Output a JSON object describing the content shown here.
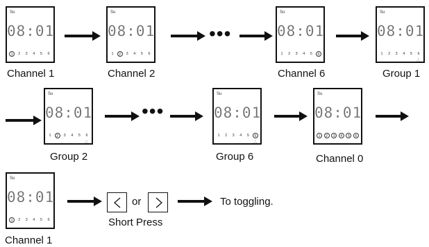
{
  "panels": [
    {
      "id": "channel-1-top",
      "day": "Su",
      "time": "08:01",
      "channels": [
        "1",
        "2",
        "3",
        "4",
        "5",
        "6"
      ],
      "active": [
        0
      ],
      "group_icon": "",
      "label": "Channel 1"
    },
    {
      "id": "channel-2",
      "day": "Su",
      "time": "08:01",
      "channels": [
        "1",
        "2",
        "3",
        "4",
        "5",
        "6"
      ],
      "active": [
        1
      ],
      "group_icon": "",
      "label": "Channel 2"
    },
    {
      "id": "channel-6",
      "day": "Su",
      "time": "08:01",
      "channels": [
        "1",
        "2",
        "3",
        "4",
        "5",
        "6"
      ],
      "active": [
        5
      ],
      "group_icon": "",
      "label": "Channel 6"
    },
    {
      "id": "group-1",
      "day": "Su",
      "time": "08:01",
      "channels": [
        "1",
        "2",
        "3",
        "4",
        "5",
        "6"
      ],
      "active": [],
      "group_icon": "ஃ",
      "label": "Group 1"
    },
    {
      "id": "group-2",
      "day": "Su",
      "time": "08:01",
      "channels": [
        "1",
        "2",
        "3",
        "4",
        "5",
        "6"
      ],
      "active": [
        1
      ],
      "group_icon": "ஃ",
      "label": "Group 2"
    },
    {
      "id": "group-6",
      "day": "Su",
      "time": "08:01",
      "channels": [
        "1",
        "2",
        "3",
        "4",
        "5",
        "6"
      ],
      "active": [
        5
      ],
      "group_icon": "ஃ",
      "label": "Group 6"
    },
    {
      "id": "channel-0",
      "day": "Su",
      "time": "08:01",
      "channels": [
        "1",
        "2",
        "3",
        "4",
        "5",
        "6"
      ],
      "active": [
        0,
        1,
        2,
        3,
        4,
        5
      ],
      "group_icon": "",
      "label": "Channel 0"
    },
    {
      "id": "channel-1-bottom",
      "day": "Su",
      "time": "08:01",
      "channels": [
        "1",
        "2",
        "3",
        "4",
        "5",
        "6"
      ],
      "active": [
        0
      ],
      "group_icon": "",
      "label": "Channel 1"
    }
  ],
  "ellipsis": "•••",
  "keys": {
    "left_icon": "chevron-left-icon",
    "right_icon": "chevron-right-icon",
    "or_text": "or",
    "caption": "Short Press"
  },
  "result_text": "To toggling."
}
